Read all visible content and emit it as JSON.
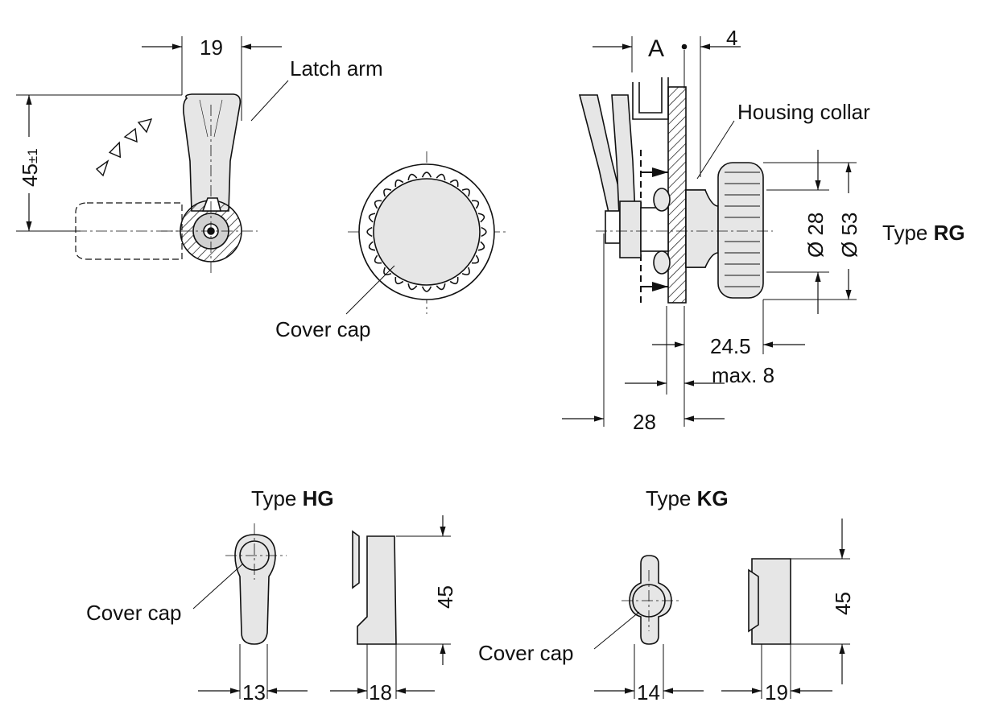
{
  "labels": {
    "latch_arm": "Latch arm",
    "cover_cap_main": "Cover cap",
    "housing_collar": "Housing collar",
    "type_rg_prefix": "Type ",
    "type_rg_bold": "RG",
    "type_hg_prefix": "Type ",
    "type_hg_bold": "HG",
    "type_kg_prefix": "Type ",
    "type_kg_bold": "KG",
    "cover_cap_hg": "Cover cap",
    "cover_cap_kg": "Cover cap",
    "view_a": "A"
  },
  "dimensions": {
    "latch_width": "19",
    "latch_height": "45",
    "latch_height_tol": "±1",
    "top_right": "4",
    "dia_28": "Ø 28",
    "dia_53": "Ø 53",
    "len_24_5": "24.5",
    "max_8": "max. 8",
    "len_28": "28",
    "hg_height": "45",
    "hg_width_13": "13",
    "hg_width_18": "18",
    "kg_height": "45",
    "kg_width_14": "14",
    "kg_width_19": "19"
  },
  "colors": {
    "line": "#111111",
    "fill_gray": "#e6e6e6",
    "fill_dark": "#bdbdbd"
  }
}
